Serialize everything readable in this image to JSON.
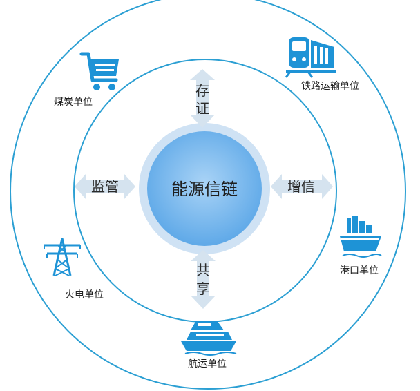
{
  "center": {
    "label": "能源信链"
  },
  "functions": {
    "top": "存证",
    "bottom": "共享",
    "left": "监管",
    "right": "增信"
  },
  "units": {
    "coal": {
      "label": "煤炭单位",
      "icon": "shopping-cart-icon"
    },
    "rail": {
      "label": "铁路运输单位",
      "icon": "train-icon"
    },
    "port": {
      "label": "港口单位",
      "icon": "cargo-ship-icon"
    },
    "shipping": {
      "label": "航运单位",
      "icon": "ship-icon"
    },
    "power": {
      "label": "火电单位",
      "icon": "power-tower-icon"
    }
  },
  "colors": {
    "ring": "#2b9fd3",
    "icon": "#1e93d6",
    "arrow": "#d3e2ef",
    "center_fill": "#76b9ef",
    "center_halo": "#c8def3"
  }
}
